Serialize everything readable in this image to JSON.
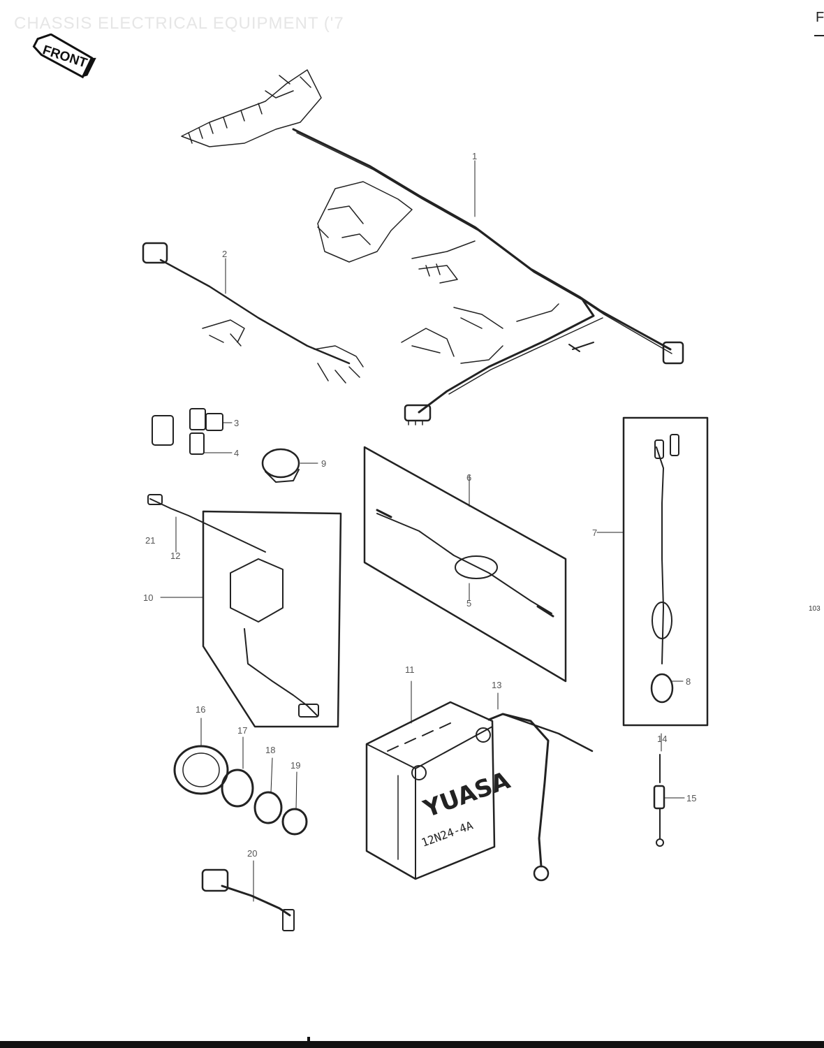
{
  "page": {
    "title": "CHASSIS ELECTRICAL EQUIPMENT ('7",
    "corner_letter": "F",
    "side_code": "103",
    "front_label": "FRONT"
  },
  "battery": {
    "brand": "YUASA",
    "model": "12N24-4A"
  },
  "callouts": [
    "1",
    "2",
    "3",
    "4",
    "5",
    "6",
    "7",
    "8",
    "9",
    "10",
    "11",
    "12",
    "13",
    "14",
    "15",
    "16",
    "17",
    "18",
    "19",
    "20",
    "21"
  ],
  "colors": {
    "ink": "#222222",
    "faint_title": "#e6e6e6",
    "background": "#ffffff"
  }
}
